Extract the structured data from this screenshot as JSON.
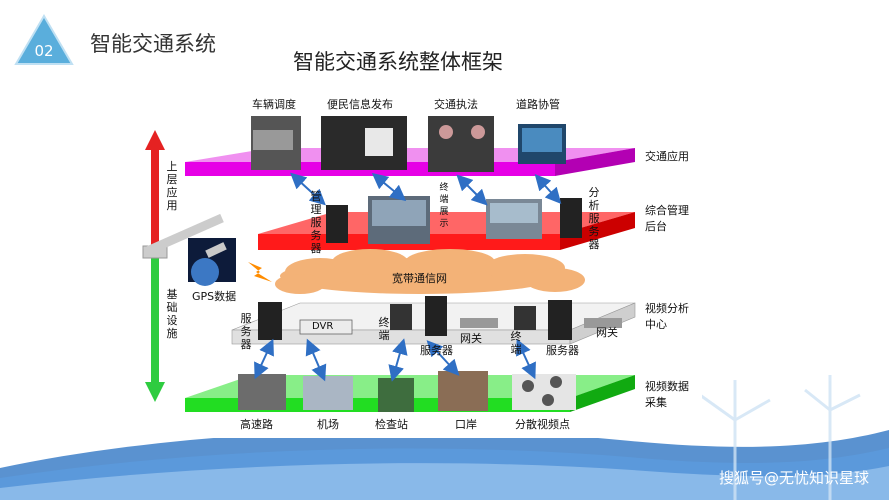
{
  "badge": "02",
  "slide_title": "智能交通系统",
  "diagram_title": "智能交通系统整体框架",
  "top_apps": [
    "车辆调度",
    "便民信息发布",
    "交通执法",
    "道路协管"
  ],
  "layers": {
    "app": "交通应用",
    "mgmt_line1": "综合管理",
    "mgmt_line2": "后台",
    "analysis_line1": "视频分析",
    "analysis_line2": "中心",
    "collect_line1": "视频数据",
    "collect_line2": "采集"
  },
  "arrow": {
    "upper": "上层应用",
    "lower": "基础设施"
  },
  "mgmt_labels": {
    "mgmt_server": "管理服务器",
    "terminal_display": "终端展示",
    "analysis_server": "分析服务器"
  },
  "network": "宽带通信网",
  "gps": "GPS数据",
  "analysis_labels": {
    "server_left": "服务器",
    "dvr": "DVR",
    "terminal1": "终端",
    "server_mid": "服务器",
    "gateway1": "网关",
    "terminal2": "终端",
    "server_right": "服务器",
    "gateway2": "网关"
  },
  "bottom_sites": [
    "高速路",
    "机场",
    "检查站",
    "口岸",
    "分散视频点"
  ],
  "watermark": "搜狐号@无忧知识星球",
  "colors": {
    "app_layer": "#e600e6",
    "mgmt_layer": "#ff1a1a",
    "analysis_layer": "#e8e8e8",
    "collect_layer": "#22dd22",
    "arrow_up": "#e52222",
    "arrow_down": "#2ecc40",
    "badge": "#5aaedc",
    "cloud": "#f3b277",
    "footer_blue": "#3d7fc8"
  }
}
